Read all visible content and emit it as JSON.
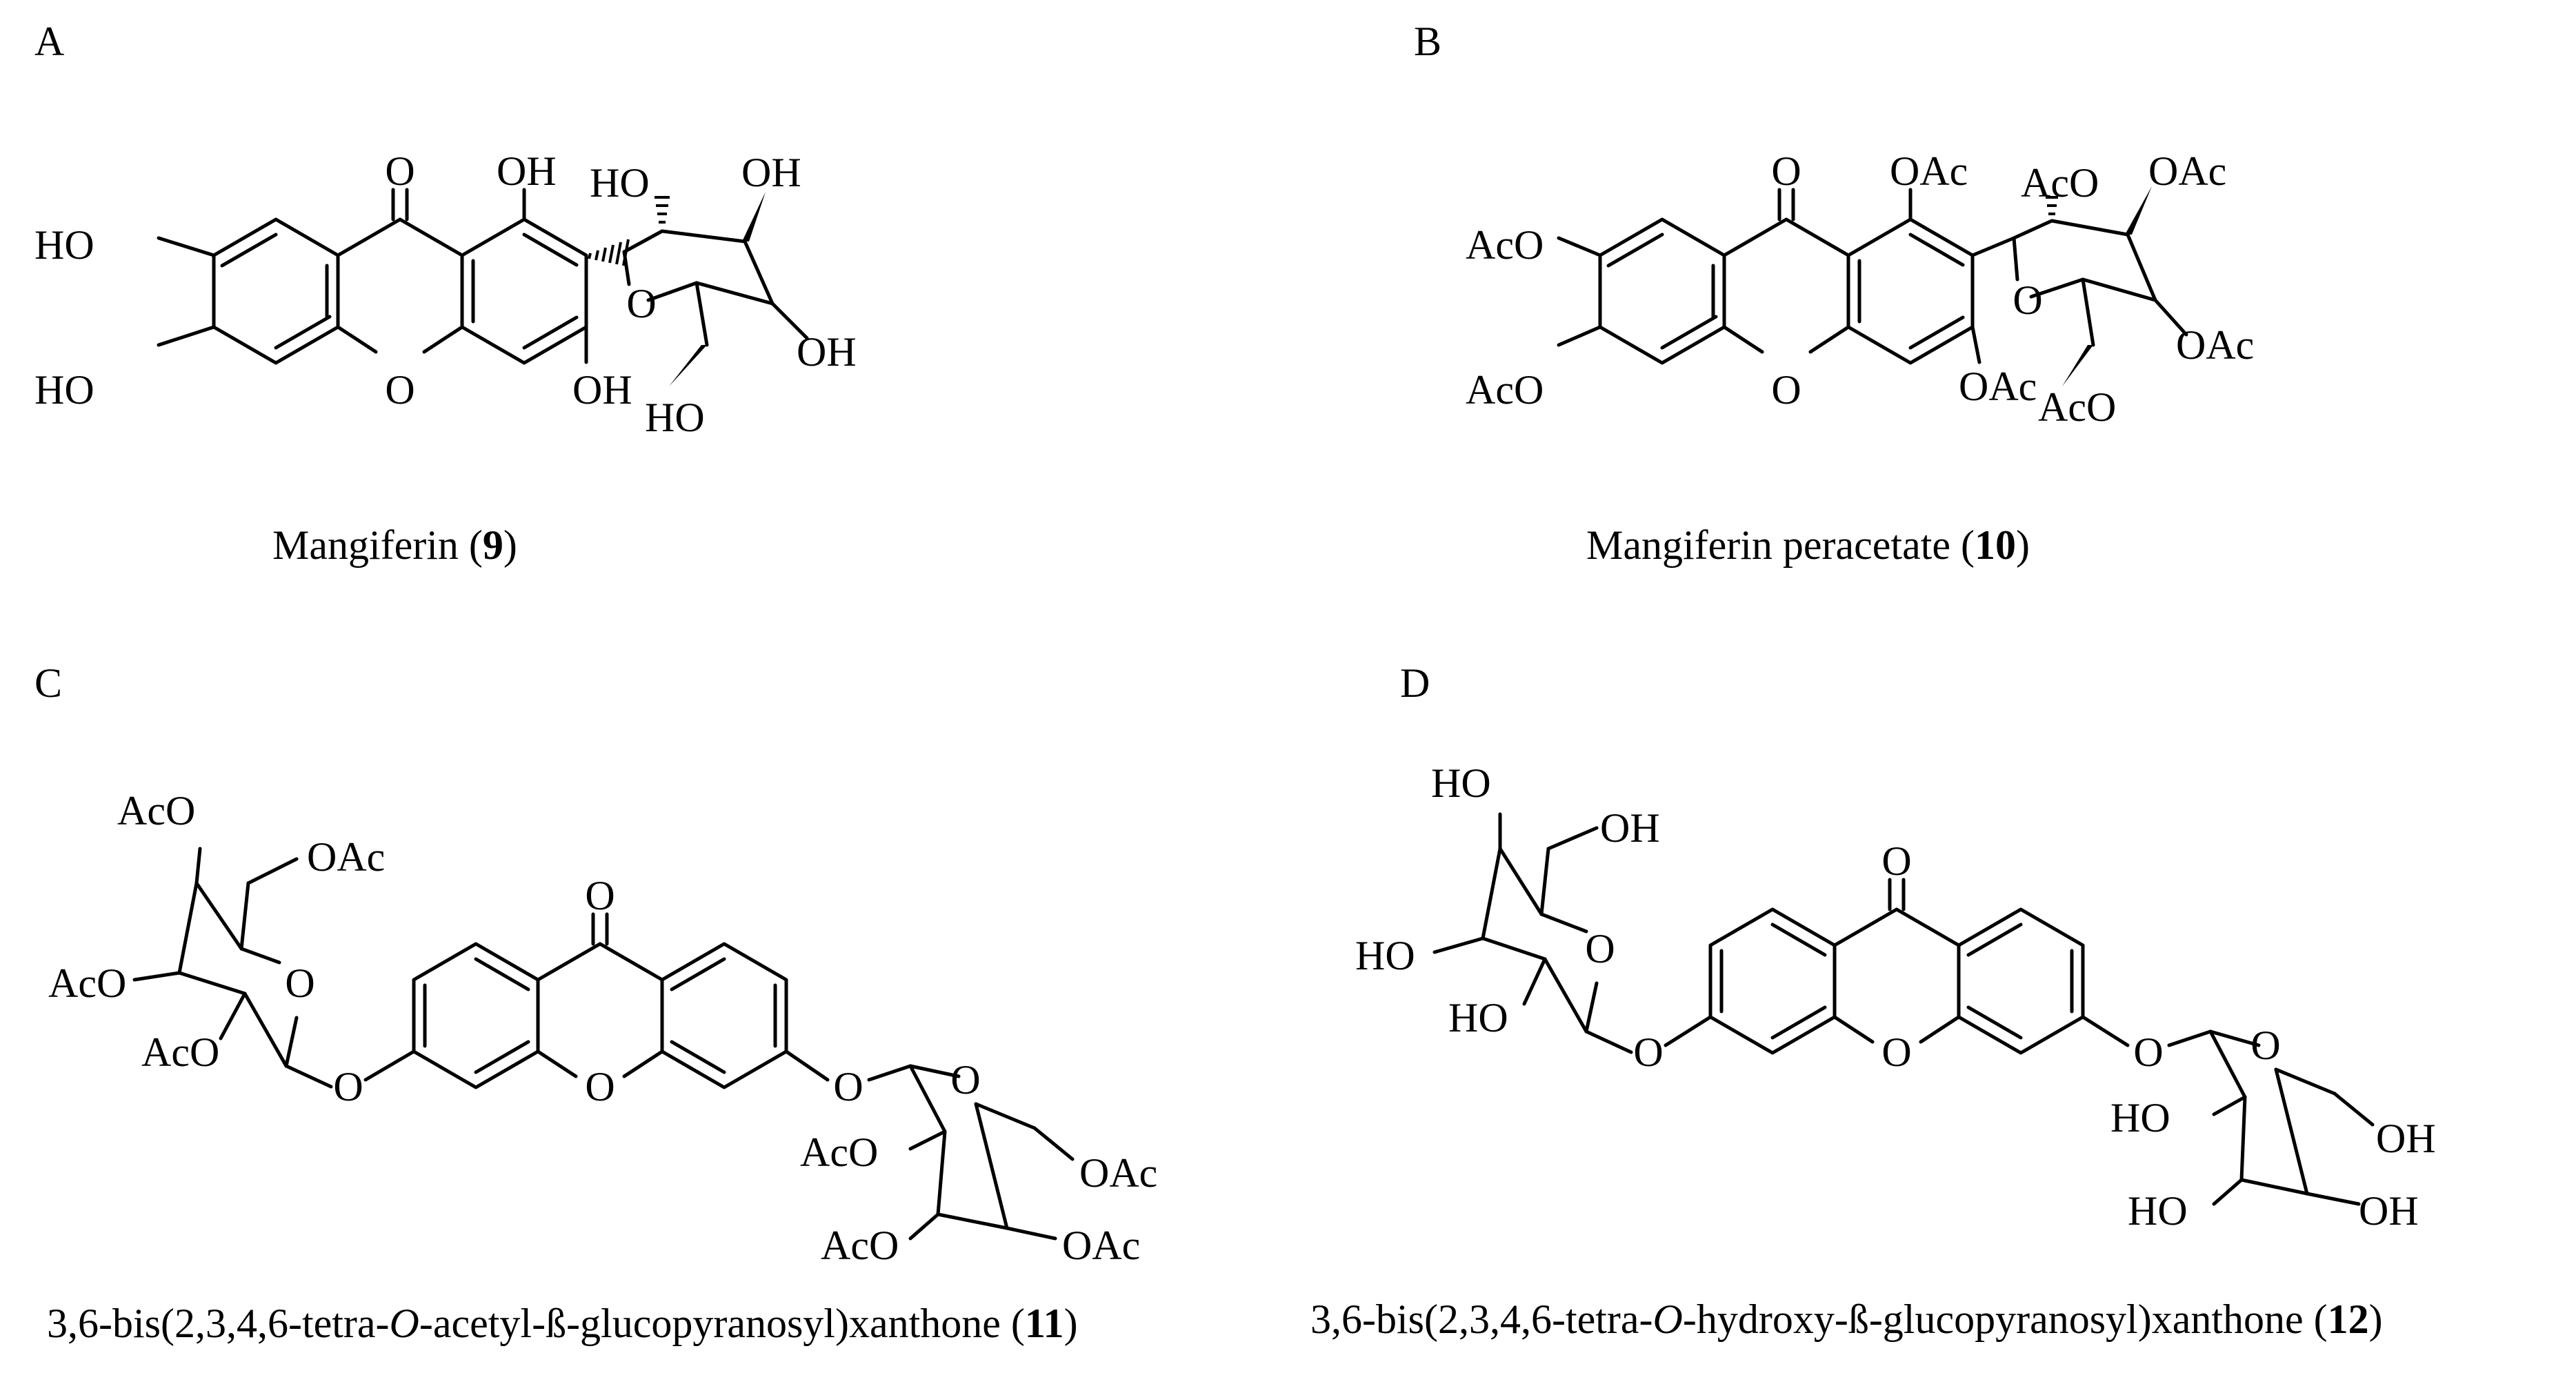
{
  "panels": [
    {
      "letter": "A",
      "caption_name": "Mangiferin (",
      "caption_num": "9",
      "caption_end": ")",
      "atoms": {
        "o_keto": "O",
        "oh_1": "OH",
        "ho_6": "HO",
        "ho_7": "HO",
        "o_ring": "O",
        "oh_3": "OH",
        "ho_2p": "HO",
        "oh_3p": "OH",
        "o_sugar": "O",
        "oh_4p": "OH",
        "ho_6p": "HO"
      }
    },
    {
      "letter": "B",
      "caption_name": "Mangiferin peracetate (",
      "caption_num": "10",
      "caption_end": ")",
      "atoms": {
        "o_keto": "O",
        "oac_1": "OAc",
        "aco_6": "AcO",
        "aco_7": "AcO",
        "o_ring": "O",
        "oac_3": "OAc",
        "aco_2p": "AcO",
        "oac_3p": "OAc",
        "o_sugar": "O",
        "oac_4p": "OAc",
        "aco_6p": "AcO"
      }
    },
    {
      "letter": "C",
      "caption_pre": "3,6-bis(2,3,4,6-tetra-",
      "caption_italic": "O",
      "caption_post": "-acetyl-ß-glucopyranosyl)xanthone (",
      "caption_num": "11",
      "caption_end": ")",
      "atoms": {
        "o_keto": "O",
        "o_ring": "O",
        "o_link_l": "O",
        "o_link_r": "O",
        "l_aco_top": "AcO",
        "l_oac": "OAc",
        "l_aco_mid": "AcO",
        "l_o_ring": "O",
        "l_aco_low": "AcO",
        "r_o_ring": "O",
        "r_aco_a": "AcO",
        "r_oac_a": "OAc",
        "r_aco_b": "AcO",
        "r_oac_b": "OAc"
      }
    },
    {
      "letter": "D",
      "caption_pre": "3,6-bis(2,3,4,6-tetra-",
      "caption_italic": "O",
      "caption_post": "-hydroxy-ß-glucopyranosyl)xanthone (",
      "caption_num": "12",
      "caption_end": ")",
      "atoms": {
        "o_keto": "O",
        "o_ring": "O",
        "o_link_l": "O",
        "o_link_r": "O",
        "l_ho_top": "HO",
        "l_oh": "OH",
        "l_ho_mid": "HO",
        "l_o_ring": "O",
        "l_ho_low": "HO",
        "r_o_ring": "O",
        "r_ho_a": "HO",
        "r_oh_a": "OH",
        "r_ho_b": "HO",
        "r_oh_b": "OH"
      }
    }
  ]
}
